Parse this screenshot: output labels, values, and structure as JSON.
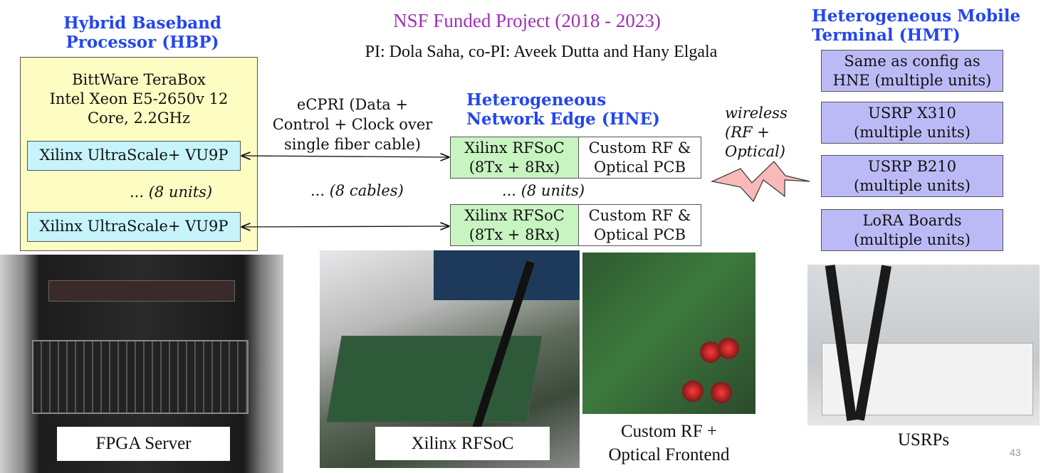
{
  "header": {
    "title": "NSF Funded Project (2018 - 2023)",
    "pis": "PI: Dola Saha, co-PI: Aveek Dutta and Hany Elgala"
  },
  "hbp": {
    "title_line1": "Hybrid Baseband",
    "title_line2": "Processor (HBP)",
    "desc_line1": "BittWare TeraBox",
    "desc_line2": "Intel Xeon E5-2650v 12",
    "desc_line3": "Core, 2.2GHz",
    "fpga1": "Xilinx UltraScale+ VU9P",
    "units": "... (8 units)",
    "fpga2": "Xilinx UltraScale+ VU9P"
  },
  "link": {
    "line1": "eCPRI (Data +",
    "line2": "Control + Clock over",
    "line3": "single fiber cable)",
    "cables": "... (8 cables)"
  },
  "hne": {
    "title_line1": "Heterogeneous",
    "title_line2": "Network Edge (HNE)",
    "rfsoc_line1": "Xilinx RFSoC",
    "rfsoc_line2": "(8Tx + 8Rx)",
    "pcb_line1": "Custom RF &",
    "pcb_line2": "Optical PCB",
    "units": "... (8 units)"
  },
  "wireless": {
    "line1": "wireless",
    "line2": "(RF +",
    "line3": "Optical)"
  },
  "hmt": {
    "title_line1": "Heterogeneous Mobile",
    "title_line2": "Terminal (HMT)",
    "items": [
      {
        "line1": "Same as config as",
        "line2": "HNE (multiple units)"
      },
      {
        "line1": "USRP X310",
        "line2": "(multiple units)"
      },
      {
        "line1": "USRP B210",
        "line2": "(multiple units)"
      },
      {
        "line1": "LoRA Boards",
        "line2": "(multiple units)"
      }
    ]
  },
  "photos": {
    "fpga_caption": "FPGA Server",
    "rfsoc_caption": "Xilinx RFSoC",
    "frontend_caption_line1": "Custom RF +",
    "frontend_caption_line2": "Optical Frontend",
    "usrp_caption": "USRPs"
  },
  "page_number": "43",
  "colors": {
    "title_blue": "#2446ee",
    "title_purple": "#a12fb5",
    "hbp_fill": "#fdfcc2",
    "fpga_fill": "#c6f4fa",
    "rfsoc_fill": "#c8f4c2",
    "hmt_fill": "#bcbaf6",
    "bolt_fill": "#f8b9b9"
  }
}
